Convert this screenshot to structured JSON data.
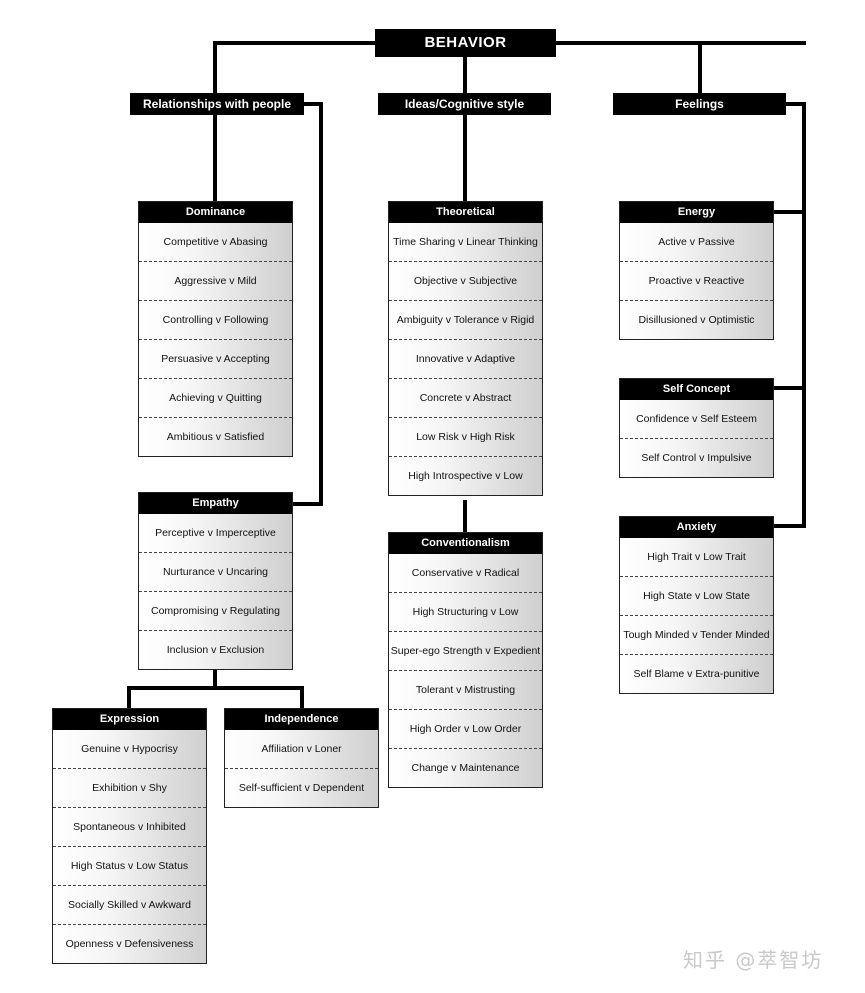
{
  "root": "BEHAVIOR",
  "categories": {
    "relationships": "Relationships with people",
    "ideas": "Ideas/Cognitive style",
    "feelings": "Feelings"
  },
  "boxes": {
    "dominance": {
      "title": "Dominance",
      "items": [
        "Competitive v Abasing",
        "Aggressive v Mild",
        "Controlling v Following",
        "Persuasive v Accepting",
        "Achieving v Quitting",
        "Ambitious v Satisfied"
      ]
    },
    "empathy": {
      "title": "Empathy",
      "items": [
        "Perceptive v Imperceptive",
        "Nurturance v Uncaring",
        "Compromising v Regulating",
        "Inclusion v Exclusion"
      ]
    },
    "expression": {
      "title": "Expression",
      "items": [
        "Genuine v Hypocrisy",
        "Exhibition v Shy",
        "Spontaneous v Inhibited",
        "High Status v Low Status",
        "Socially Skilled v Awkward",
        "Openness v Defensiveness"
      ]
    },
    "independence": {
      "title": "Independence",
      "items": [
        "Affiliation v Loner",
        "Self-sufficient v Dependent"
      ]
    },
    "theoretical": {
      "title": "Theoretical",
      "items": [
        "Time Sharing v Linear Thinking",
        "Objective v Subjective",
        "Ambiguity v Tolerance v Rigid",
        "Innovative v Adaptive",
        "Concrete v Abstract",
        "Low Risk v High Risk",
        "High Introspective v Low"
      ]
    },
    "conventionalism": {
      "title": "Conventionalism",
      "items": [
        "Conservative v Radical",
        "High Structuring v Low",
        "Super-ego Strength v Expedient",
        "Tolerant v Mistrusting",
        "High Order v Low Order",
        "Change v Maintenance"
      ]
    },
    "energy": {
      "title": "Energy",
      "items": [
        "Active v Passive",
        "Proactive v Reactive",
        "Disillusioned v Optimistic"
      ]
    },
    "self_concept": {
      "title": "Self Concept",
      "items": [
        "Confidence v Self Esteem",
        "Self Control v Impulsive"
      ]
    },
    "anxiety": {
      "title": "Anxiety",
      "items": [
        "High Trait v Low Trait",
        "High State v Low State",
        "Tough Minded v Tender Minded",
        "Self Blame v Extra-punitive"
      ]
    }
  },
  "watermark": "知乎 @萃智坊"
}
